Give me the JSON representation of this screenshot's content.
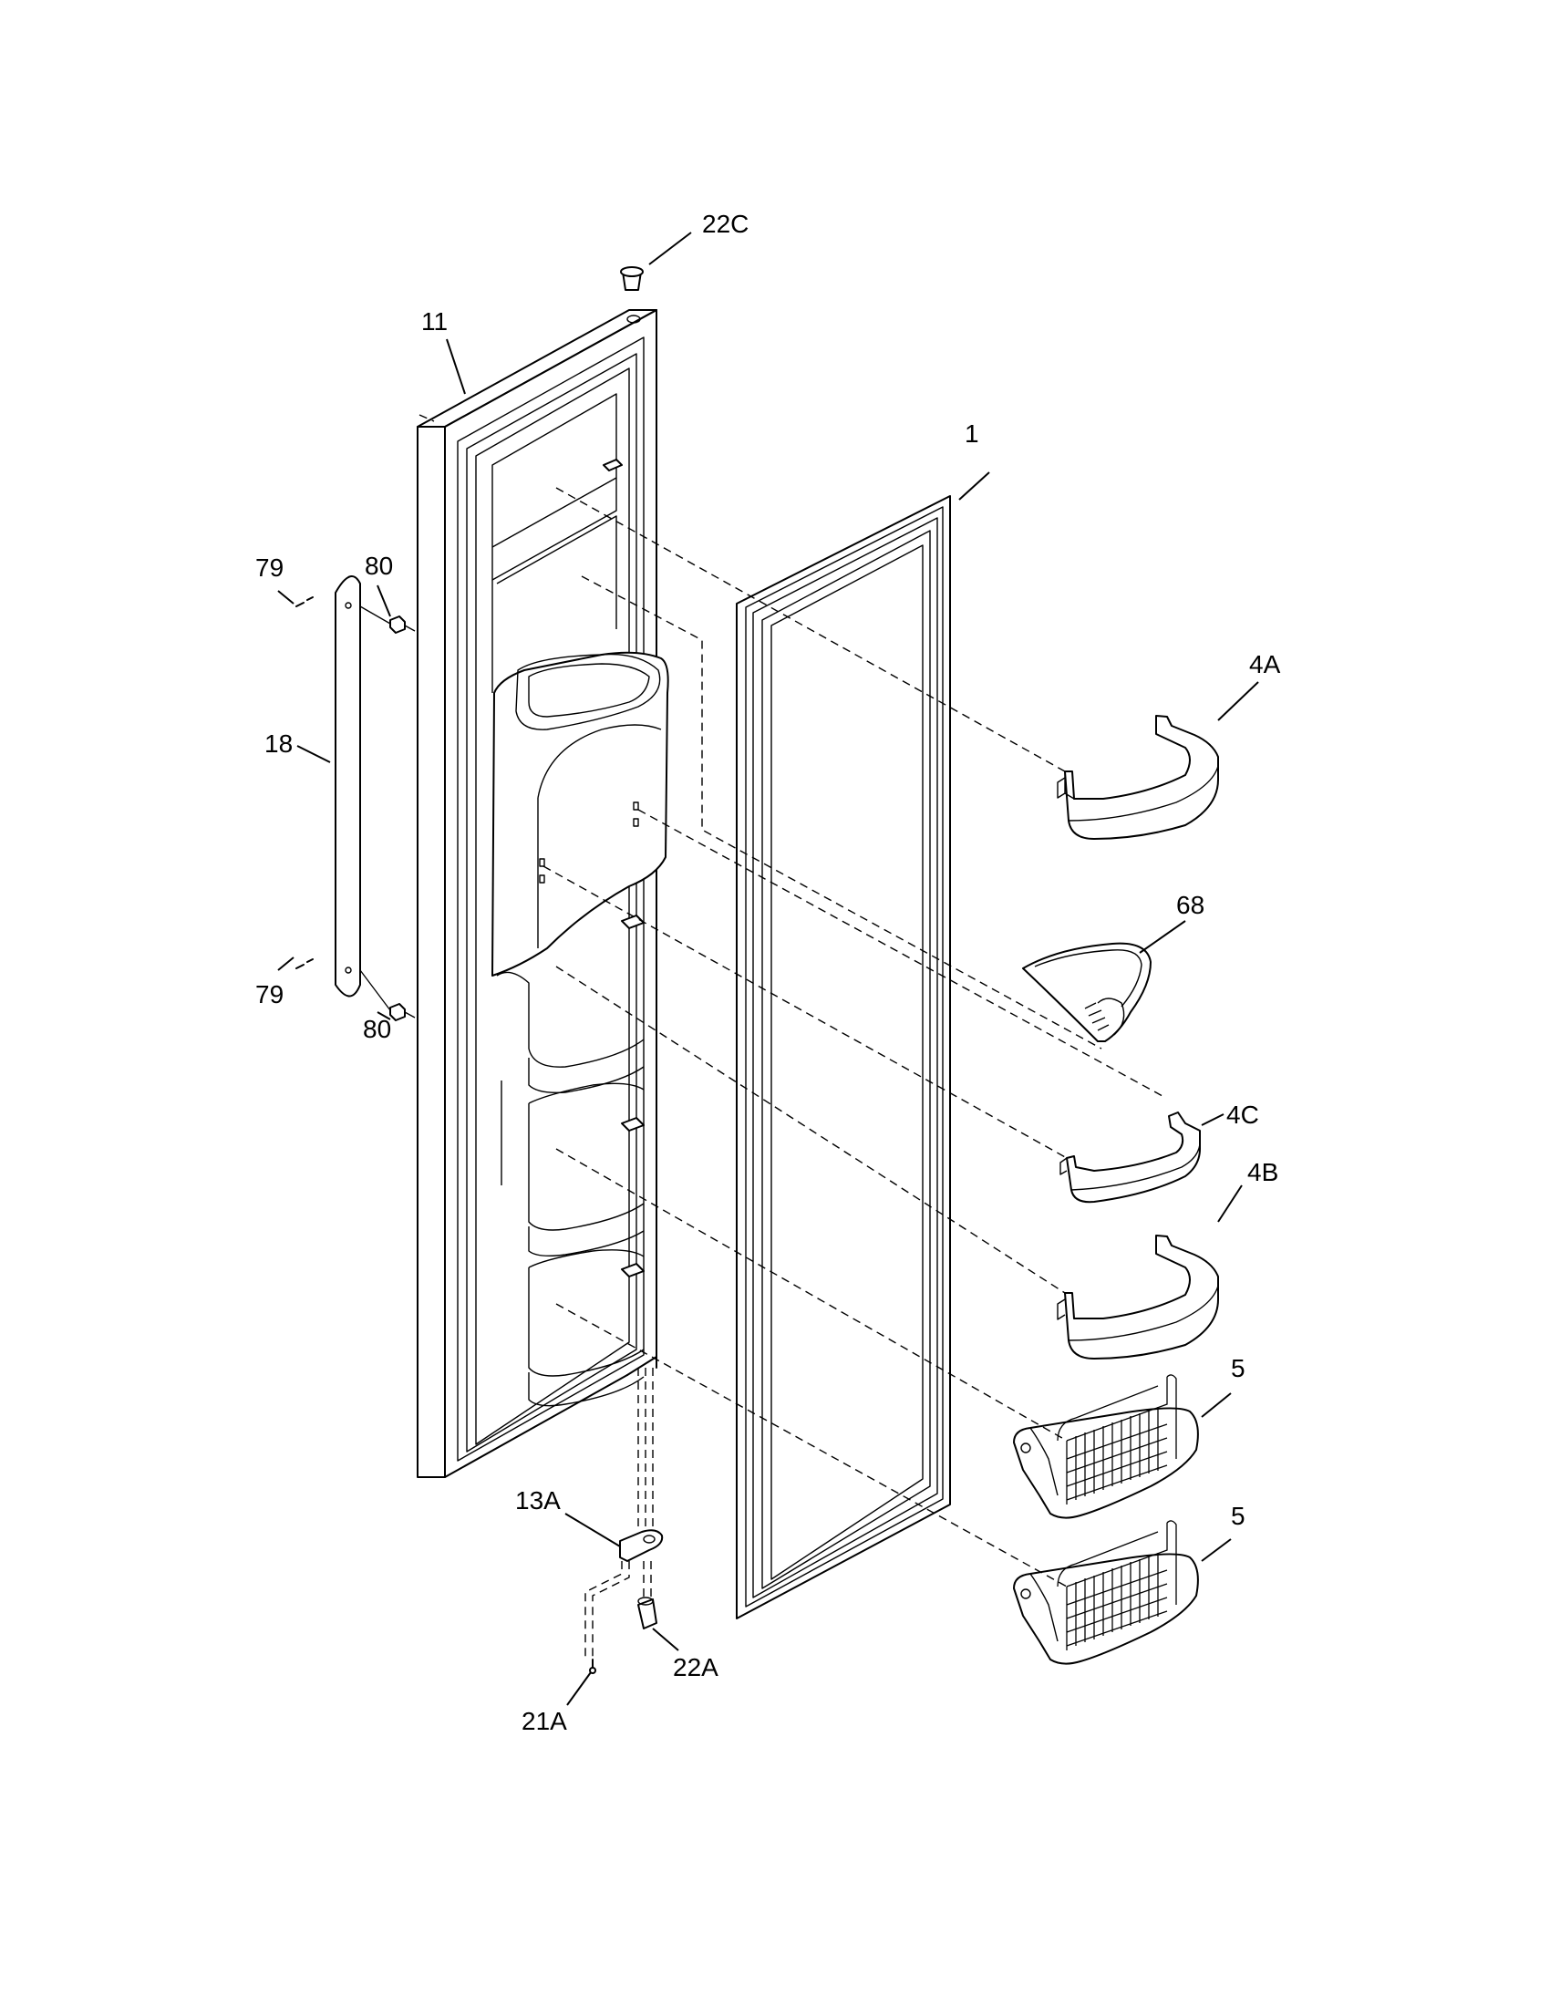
{
  "diagram": {
    "callouts": [
      {
        "id": "c-22c",
        "text": "22C"
      },
      {
        "id": "c-11",
        "text": "11"
      },
      {
        "id": "c-1",
        "text": "1"
      },
      {
        "id": "c-79-top",
        "text": "79"
      },
      {
        "id": "c-80-top",
        "text": "80"
      },
      {
        "id": "c-18",
        "text": "18"
      },
      {
        "id": "c-79-bot",
        "text": "79"
      },
      {
        "id": "c-80-bot",
        "text": "80"
      },
      {
        "id": "c-4a",
        "text": "4A"
      },
      {
        "id": "c-68",
        "text": "68"
      },
      {
        "id": "c-4c",
        "text": "4C"
      },
      {
        "id": "c-4b",
        "text": "4B"
      },
      {
        "id": "c-5-top",
        "text": "5"
      },
      {
        "id": "c-5-bot",
        "text": "5"
      },
      {
        "id": "c-13a",
        "text": "13A"
      },
      {
        "id": "c-22a",
        "text": "22A"
      },
      {
        "id": "c-21a",
        "text": "21A"
      }
    ],
    "line_color": "#000000",
    "background": "#ffffff"
  }
}
